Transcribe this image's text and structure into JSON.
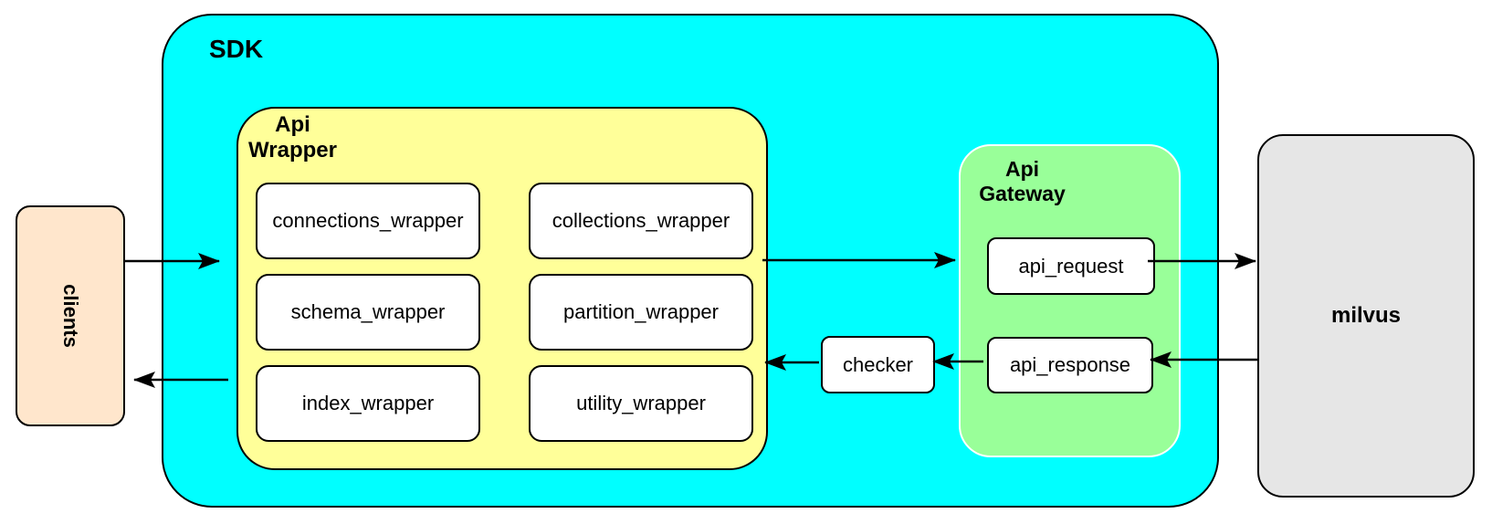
{
  "diagram": {
    "clients": {
      "label": "clients"
    },
    "sdk": {
      "label": "SDK",
      "api_wrapper": {
        "title_line1": "Api",
        "title_line2": "Wrapper",
        "boxes": [
          "connections_wrapper",
          "collections_wrapper",
          "schema_wrapper",
          "partition_wrapper",
          "index_wrapper",
          "utility_wrapper"
        ]
      },
      "checker": {
        "label": "checker"
      },
      "api_gateway": {
        "title_line1": "Api",
        "title_line2": "Gateway",
        "request_label": "api_request",
        "response_label": "api_response"
      }
    },
    "milvus": {
      "label": "milvus"
    },
    "flows": [
      {
        "from": "clients",
        "to": "sdk"
      },
      {
        "from": "api_wrapper",
        "to": "api_gateway"
      },
      {
        "from": "api_request",
        "to": "milvus"
      },
      {
        "from": "milvus",
        "to": "api_response"
      },
      {
        "from": "api_response",
        "to": "checker"
      },
      {
        "from": "checker",
        "to": "api_wrapper"
      },
      {
        "from": "sdk",
        "to": "clients"
      }
    ],
    "colors": {
      "sdk_fill": "#00ffff",
      "api_wrapper_fill": "#ffff99",
      "api_gateway_fill": "#99ff99",
      "clients_fill": "#ffe6cc",
      "milvus_fill": "#e6e6e6",
      "node_fill": "#ffffff",
      "line": "#000000"
    }
  }
}
